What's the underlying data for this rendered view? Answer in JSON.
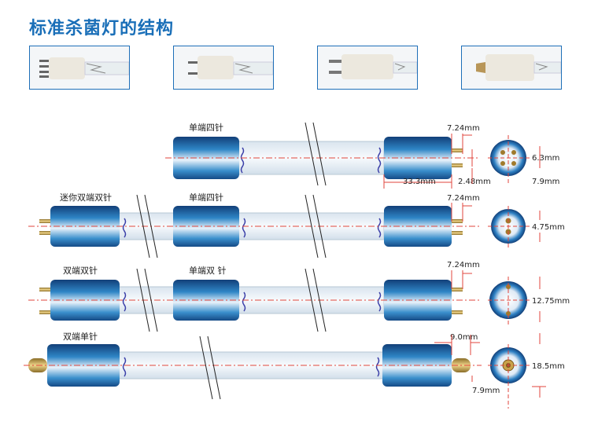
{
  "title": "标准杀菌灯的结构",
  "rows": [
    {
      "left_label": "",
      "mid_label": "单端四针",
      "end_dim": "7.24mm",
      "side_dim": "6.3mm"
    },
    {
      "left_label": "迷你双端双针",
      "mid_label": "单端四针",
      "end_dim": "7.24mm",
      "side_dim": "4.75mm"
    },
    {
      "left_label": "双端双针",
      "mid_label": "单端双 针",
      "end_dim": "7.24mm",
      "side_dim": "12.75mm"
    },
    {
      "left_label": "双端单针",
      "mid_label": "",
      "end_dim": "9.0mm",
      "side_dim": "18.5mm"
    }
  ],
  "row1_extra": {
    "base_len": "33.3mm",
    "pin_gap": "2.48mm",
    "pin_dia": "7.9mm"
  },
  "row4_extra": {
    "bottom_dim": "7.9mm"
  },
  "colors": {
    "title": "#1a6fb8",
    "cap": "#1b5fa0",
    "dash": "#e0463c",
    "dim": "#e0463c"
  }
}
